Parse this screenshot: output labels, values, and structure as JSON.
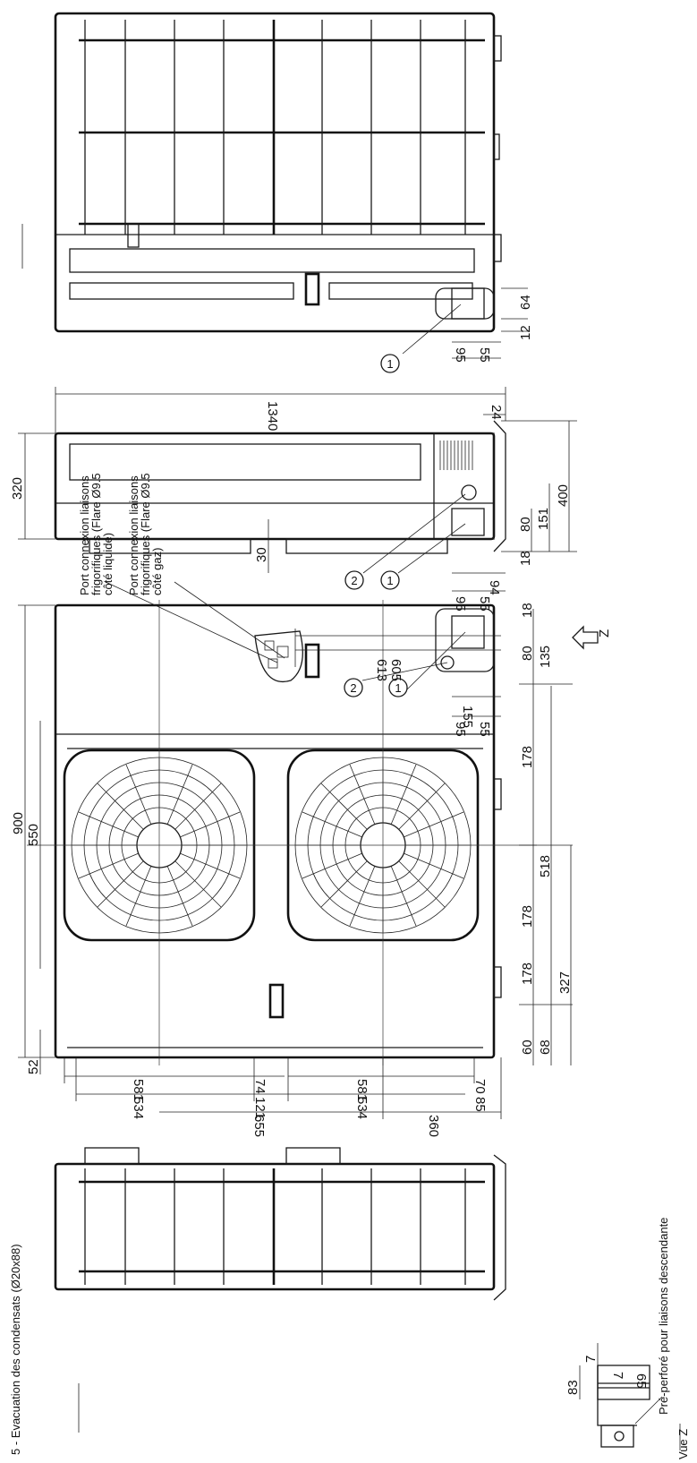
{
  "legend": {
    "condensate": "5 - Evacuation des condensats (Ø20x88)",
    "port_liquid": "Port connexion liaisons frigorifiques (Flare Ø9.5 côté liquide)",
    "port_gas": "Port connexion liaisons frigorifiques (Flare Ø9.5 côté gaz)",
    "pre_perforated": "Pré-perforé pour liaisons descendante",
    "view_z": "Vue Z",
    "z_label": "Z"
  },
  "markers": {
    "one": "1",
    "two": "2"
  },
  "dimensions": {
    "height_900": "900",
    "d550": "550",
    "d52": "52",
    "d178a": "178",
    "d178b": "178",
    "d178c": "178",
    "d518": "518",
    "d327": "327",
    "d60": "60",
    "d68": "68",
    "d18": "18",
    "d80": "80",
    "d135": "135",
    "d605": "605",
    "d613": "613",
    "d155": "155",
    "d55": "55",
    "d95": "95",
    "d581a": "581",
    "d534a": "534",
    "d74": "74",
    "d121": "121",
    "d655": "655",
    "d581b": "581",
    "d534b": "534",
    "d70": "70",
    "d85": "85",
    "d360": "360",
    "d320": "320",
    "d30": "30",
    "d1340": "1340",
    "d24": "24",
    "d400": "400",
    "d151": "151",
    "d80b": "80",
    "d18b": "18",
    "d94": "94",
    "d55b": "55",
    "d95b": "95",
    "d64": "64",
    "d12": "12",
    "d55c": "55",
    "d95c": "95",
    "vz_83": "83",
    "vz_7a": "7",
    "vz_7b": "7",
    "vz_65": "65"
  }
}
